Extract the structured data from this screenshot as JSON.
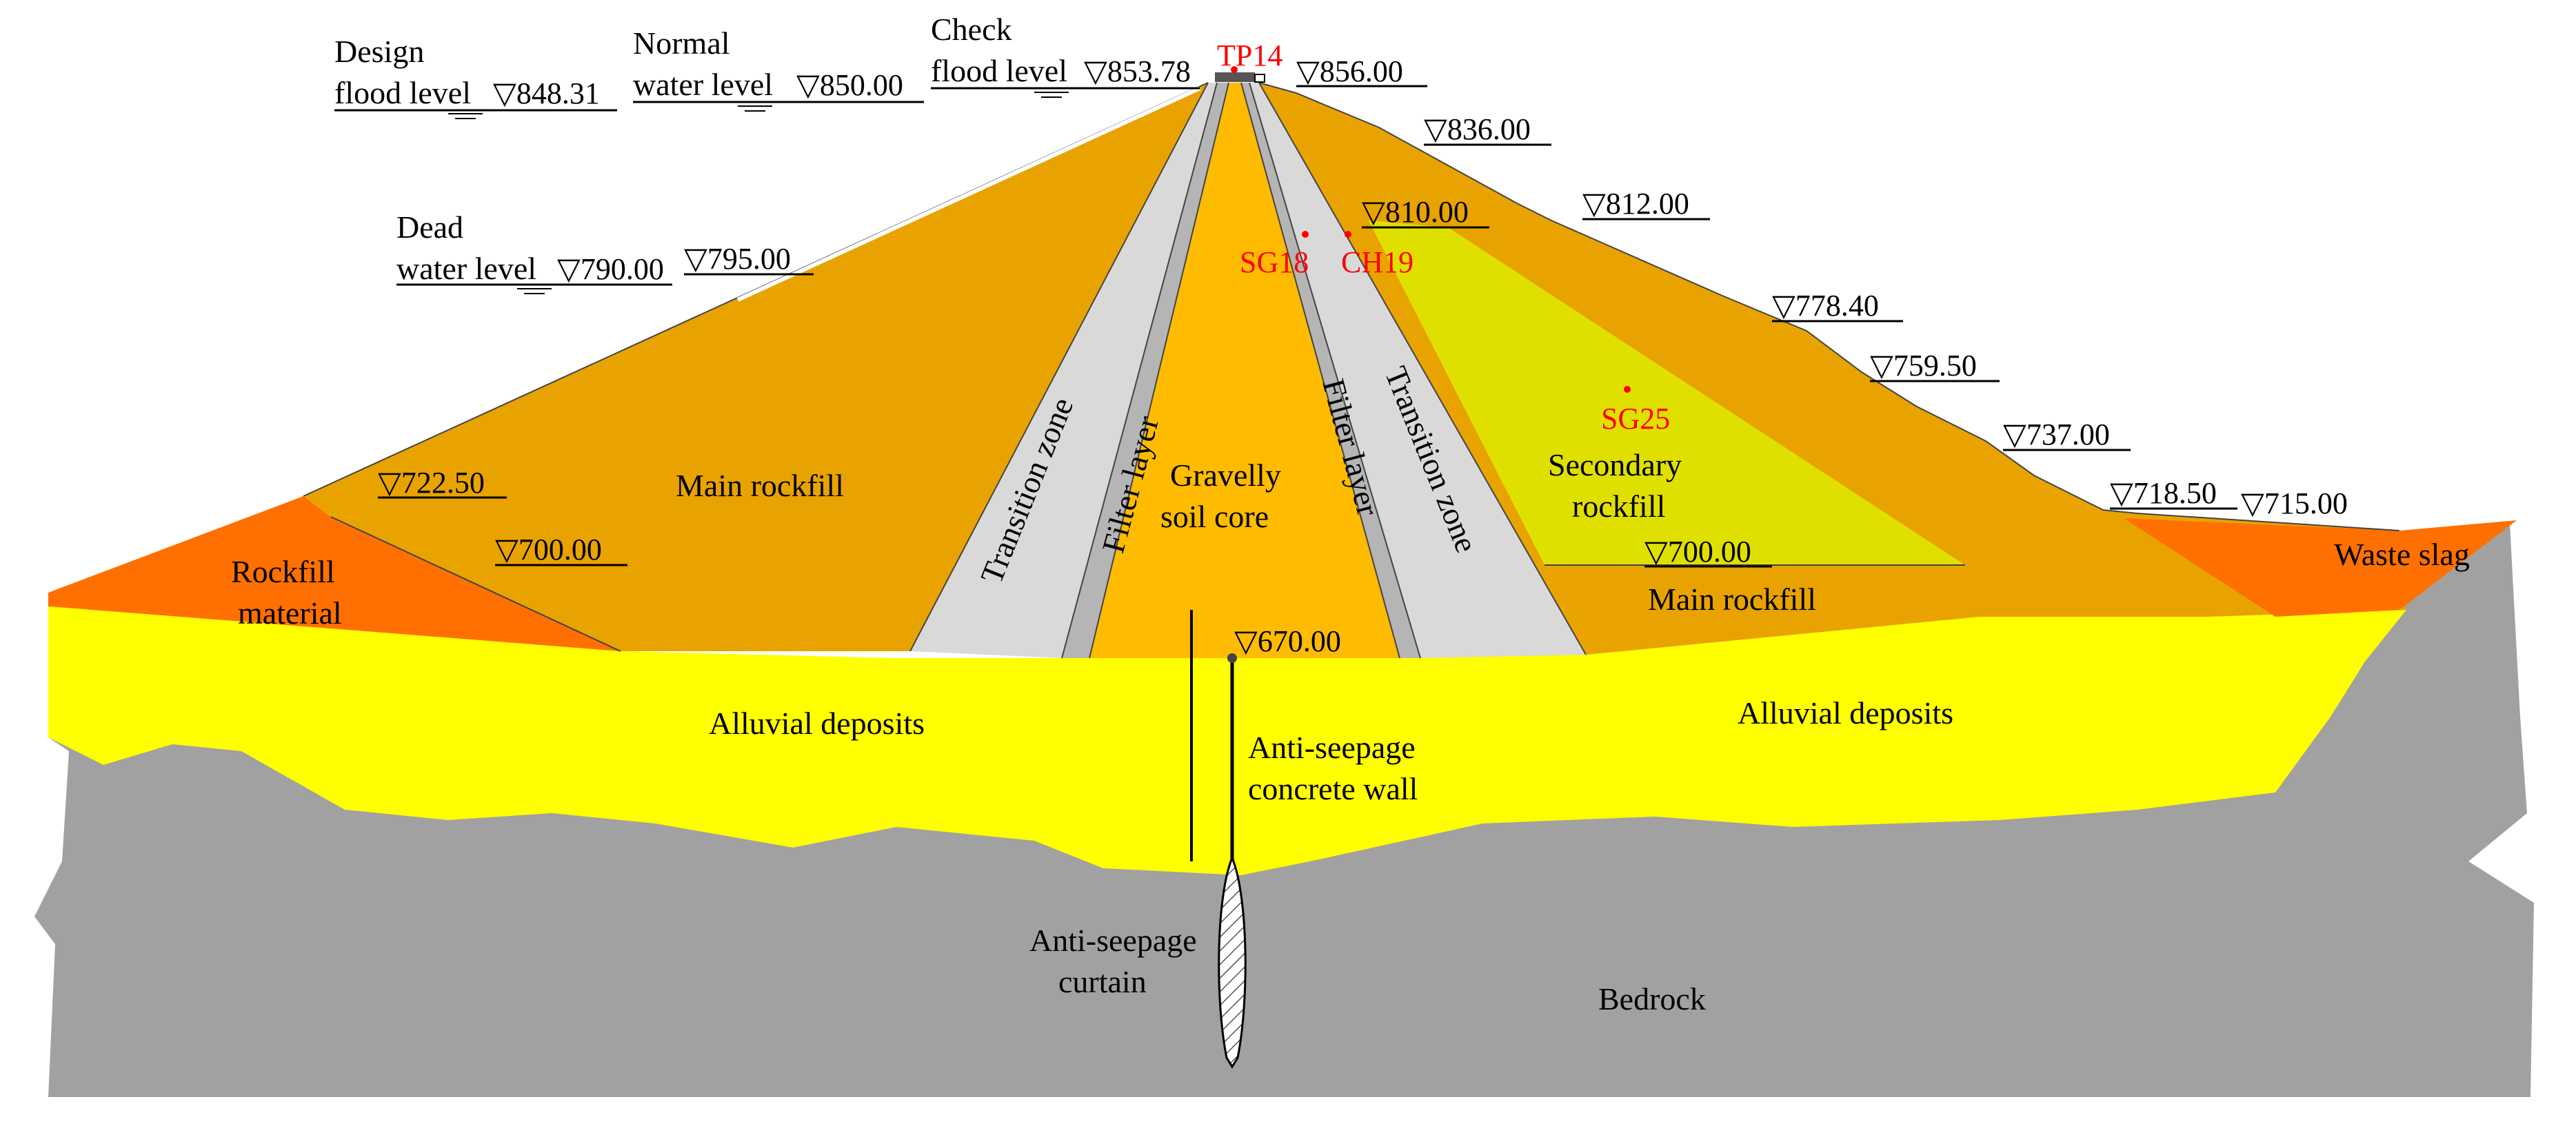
{
  "colors": {
    "bedrock": "#a1a1a1",
    "alluvial": "#ffff00",
    "rockfill_material": "#ff7000",
    "waste_slag": "#ff7000",
    "main_rockfill": "#e9a300",
    "transition_zone": "#d9d9d9",
    "filter_layer": "#b5b5b5",
    "core": "#ffbb00",
    "secondary_rockfill": "#e0e000",
    "monitor_points": "#ff0000"
  },
  "water_levels": {
    "design_flood": {
      "line1": "Design",
      "line2": "flood level",
      "value": "▽848.31"
    },
    "normal": {
      "line1": "Normal",
      "line2": "water level",
      "value": "▽850.00"
    },
    "check_flood": {
      "line1": "Check",
      "line2": "flood level",
      "value": "▽853.78"
    },
    "dead": {
      "line1": "Dead",
      "line2": "water level",
      "value": "▽790.00"
    }
  },
  "elevations": {
    "crest": "▽856.00",
    "up_795": "▽795.00",
    "up_722_50": "▽722.50",
    "up_700": "▽700.00",
    "core_base": "▽670.00",
    "dn_836": "▽836.00",
    "dn_812": "▽812.00",
    "dn_810": "▽810.00",
    "dn_778_40": "▽778.40",
    "dn_759_50": "▽759.50",
    "dn_737": "▽737.00",
    "dn_718_50": "▽718.50",
    "dn_715": "▽715.00",
    "dn_700": "▽700.00"
  },
  "zones": {
    "main_rockfill_up": "Main rockfill",
    "rockfill_material_1": "Rockfill",
    "rockfill_material_2": "material",
    "transition_zone_left": "Transition zone",
    "filter_layer_left": "Filter layer",
    "core_1": "Gravelly",
    "core_2": "soil core",
    "filter_layer_right": "Filter layer",
    "transition_zone_right": "Transition zone",
    "secondary_rockfill_1": "Secondary",
    "secondary_rockfill_2": "rockfill",
    "main_rockfill_down": "Main rockfill",
    "waste_slag": "Waste slag",
    "alluvial_left": "Alluvial deposits",
    "alluvial_right": "Alluvial deposits",
    "wall_1": "Anti-seepage",
    "wall_2": "concrete wall",
    "curtain_1": "Anti-seepage",
    "curtain_2": "curtain",
    "bedrock": "Bedrock"
  },
  "monitoring_points": {
    "tp14": "TP14",
    "sg18": "SG18",
    "ch19": "CH19",
    "sg25": "SG25"
  }
}
